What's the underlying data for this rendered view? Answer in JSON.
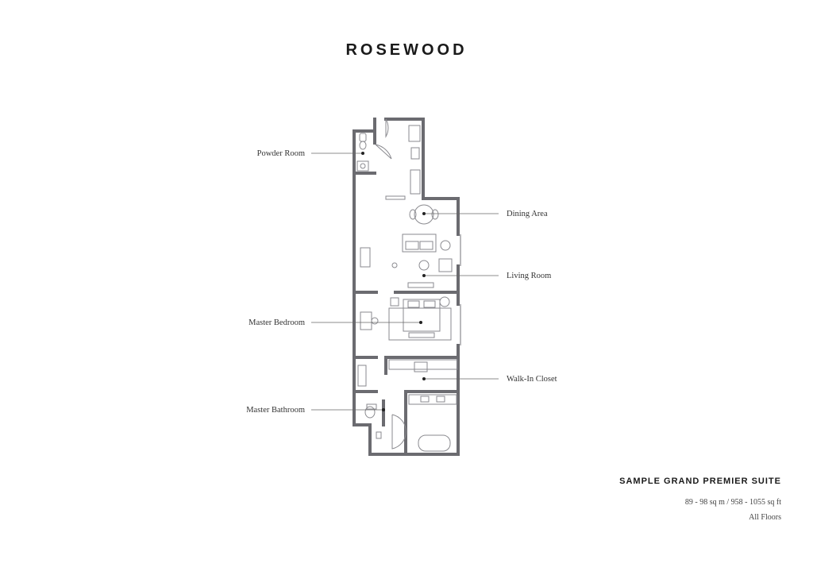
{
  "brand": {
    "logo_text": "ROSEWOOD"
  },
  "rooms": {
    "powder_room": "Powder Room",
    "dining_area": "Dining Area",
    "living_room": "Living Room",
    "master_bedroom": "Master Bedroom",
    "walk_in_closet": "Walk-In Closet",
    "master_bathroom": "Master Bathroom"
  },
  "suite": {
    "title": "SAMPLE GRAND PREMIER SUITE",
    "size": "89 - 98 sq m / 958 - 1055 sq ft",
    "floors": "All Floors"
  },
  "colors": {
    "wall": "#6b6b70",
    "furniture": "#8a8a8f",
    "leader": "#666666",
    "text": "#222222"
  }
}
